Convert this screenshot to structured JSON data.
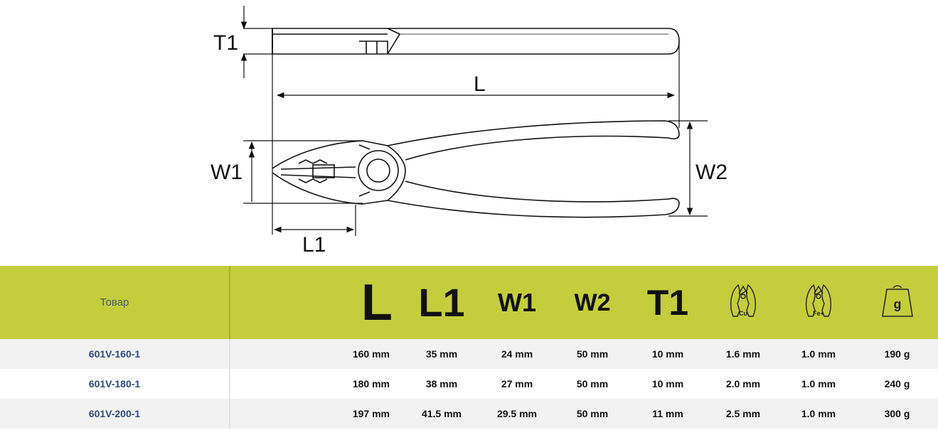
{
  "drawing": {
    "labels": {
      "t1": "T1",
      "l": "L",
      "w1": "W1",
      "w2": "W2",
      "l1": "L1"
    }
  },
  "table": {
    "header": {
      "product": "Товар",
      "l": "L",
      "l1": "L1",
      "w1": "W1",
      "w2": "W2",
      "t1": "T1",
      "cu_icon_label": "Cu",
      "fe_icon_label": "Fe+",
      "weight_icon_label": "g"
    },
    "rows": [
      {
        "product": "601V-160-1",
        "l": "160 mm",
        "l1": "35 mm",
        "w1": "24 mm",
        "w2": "50 mm",
        "t1": "10 mm",
        "cu": "1.6 mm",
        "fe": "1.0 mm",
        "weight": "190 g"
      },
      {
        "product": "601V-180-1",
        "l": "180 mm",
        "l1": "38 mm",
        "w1": "27 mm",
        "w2": "50 mm",
        "t1": "10 mm",
        "cu": "2.0 mm",
        "fe": "1.0 mm",
        "weight": "240 g"
      },
      {
        "product": "601V-200-1",
        "l": "197 mm",
        "l1": "41.5 mm",
        "w1": "29.5 mm",
        "w2": "50 mm",
        "t1": "11 mm",
        "cu": "2.5 mm",
        "fe": "1.0 mm",
        "weight": "300 g"
      }
    ],
    "colors": {
      "header_bg": "#c4ce3c",
      "product_text": "#2e4a7d",
      "row_alt_bg": "#f2f2f2"
    }
  }
}
